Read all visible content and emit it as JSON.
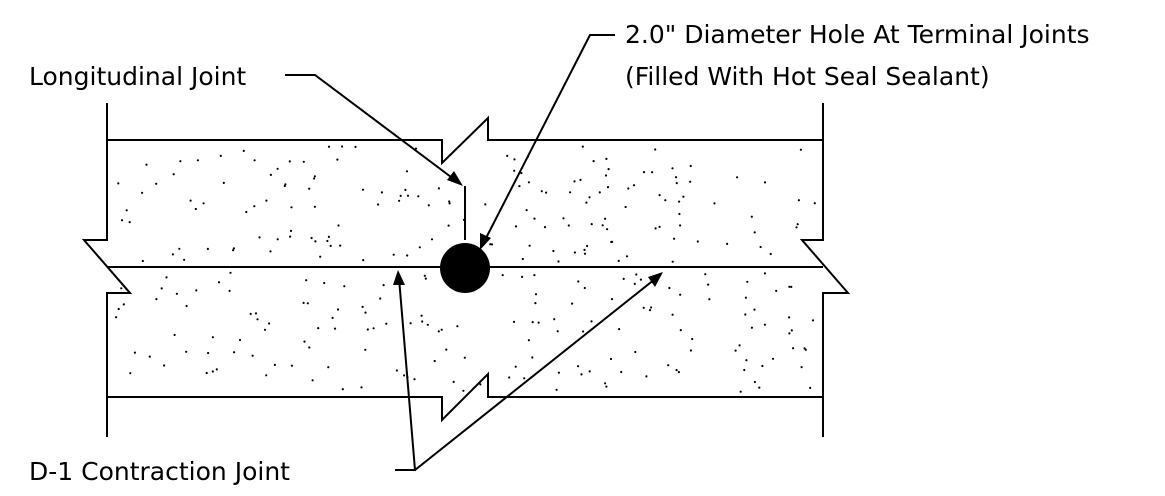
{
  "labels": {
    "longitudinal_joint": "Longitudinal Joint",
    "hole_line1": "2.0\" Diameter Hole At Terminal Joints",
    "hole_line2": "(Filled With Hot Seal Sealant)",
    "contraction_joint": "D-1 Contraction Joint"
  },
  "colors": {
    "line": "#000000",
    "background": "#ffffff"
  }
}
